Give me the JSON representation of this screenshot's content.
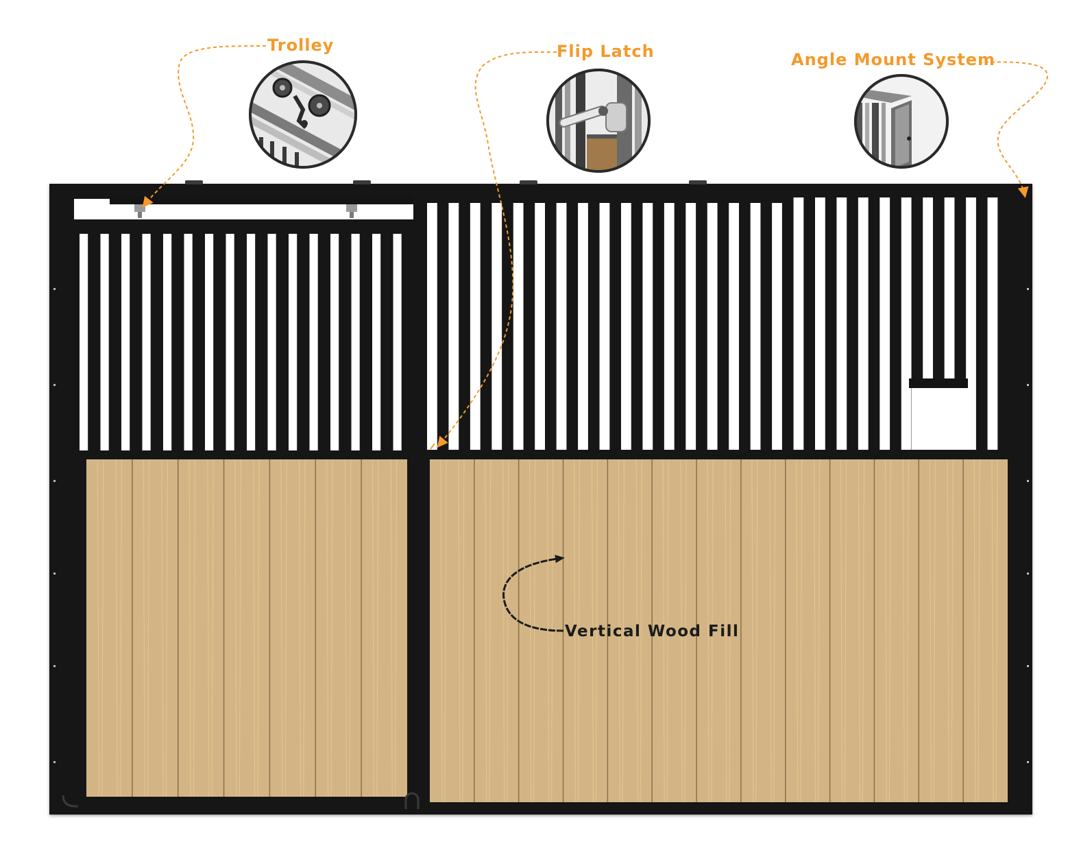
{
  "diagram": {
    "colors": {
      "frame": "#141414",
      "wood": "#d3b585",
      "wood_line": "#8a6f48",
      "callout_accent": "#f39a2c",
      "annotation_dark": "#1b1b1b"
    },
    "callouts": [
      {
        "label": "Trolley",
        "color": "#f39a2c",
        "detail_icon": "trolley-detail-icon"
      },
      {
        "label": "Flip Latch",
        "color": "#f39a2c",
        "detail_icon": "flip-latch-detail-icon"
      },
      {
        "label": "Angle Mount System",
        "color": "#f39a2c",
        "detail_icon": "angle-mount-detail-icon"
      },
      {
        "label": "Vertical Wood Fill",
        "color": "#1b1b1b",
        "detail_icon": "curved-arrow-icon"
      }
    ],
    "left_door": {
      "grille_bars": 16,
      "wood_boards": 7
    },
    "right_panel": {
      "grille_bars": 27,
      "wood_boards": 13
    }
  }
}
